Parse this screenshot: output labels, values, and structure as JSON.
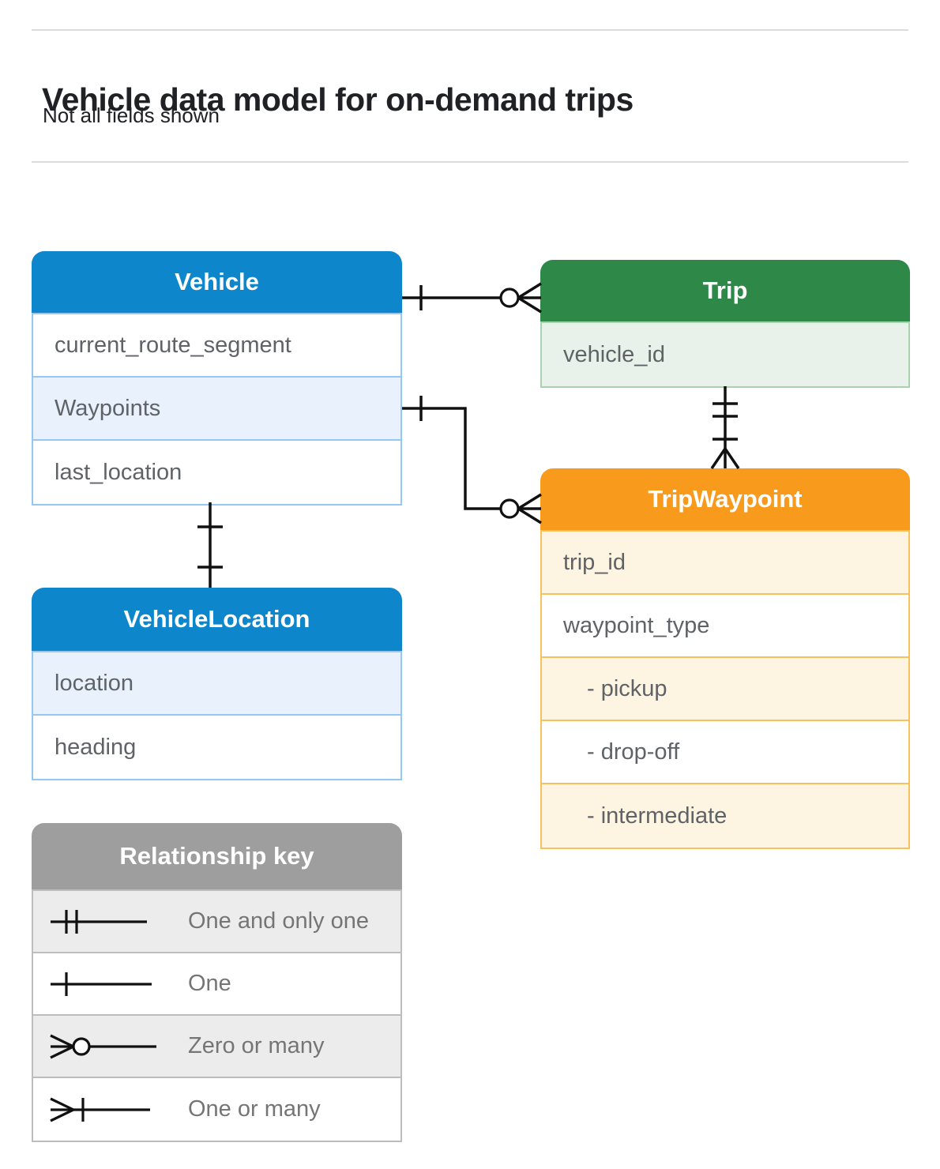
{
  "header": {
    "title": "Vehicle data model for on-demand trips",
    "subtitle": "Not all fields shown"
  },
  "tables": {
    "vehicle": {
      "title": "Vehicle",
      "fields": [
        "current_route_segment",
        "Waypoints",
        "last_location"
      ]
    },
    "trip": {
      "title": "Trip",
      "fields": [
        "vehicle_id"
      ]
    },
    "tripWaypoint": {
      "title": "TripWaypoint",
      "fields": [
        "trip_id",
        "waypoint_type",
        "- pickup",
        "- drop-off",
        "- intermediate"
      ]
    },
    "vehicleLocation": {
      "title": "VehicleLocation",
      "fields": [
        "location",
        "heading"
      ]
    }
  },
  "relationships": [
    {
      "from": "Vehicle",
      "to": "Trip",
      "from_cardinality": "one",
      "to_cardinality": "zero-or-many"
    },
    {
      "from": "Vehicle.Waypoints",
      "to": "TripWaypoint",
      "from_cardinality": "one",
      "to_cardinality": "zero-or-many"
    },
    {
      "from": "Trip",
      "to": "TripWaypoint",
      "from_cardinality": "one-and-only-one",
      "to_cardinality": "one-or-many"
    },
    {
      "from": "Vehicle",
      "to": "VehicleLocation",
      "from_cardinality": "one",
      "to_cardinality": "one"
    }
  ],
  "legend": {
    "title": "Relationship key",
    "items": [
      {
        "symbol": "one-and-only-one",
        "label": "One and only one"
      },
      {
        "symbol": "one",
        "label": "One"
      },
      {
        "symbol": "zero-or-many",
        "label": "Zero or many"
      },
      {
        "symbol": "one-or-many",
        "label": "One or many"
      }
    ]
  },
  "colors": {
    "blue_header": "#0d86cb",
    "blue_row": "#e8f1fc",
    "blue_border": "#94c7f3",
    "green_header": "#2e8848",
    "green_row": "#e9f2ea",
    "green_border": "#abd0af",
    "orange_header": "#f89b1c",
    "orange_row": "#fdf4e2",
    "orange_border": "#f9c05e",
    "legend_header": "#9e9e9e",
    "legend_row": "#ececec",
    "field_text": "#5f6368",
    "legend_text": "#757575",
    "title_text": "#202124",
    "connector": "#111111",
    "divider": "#dadce0"
  }
}
